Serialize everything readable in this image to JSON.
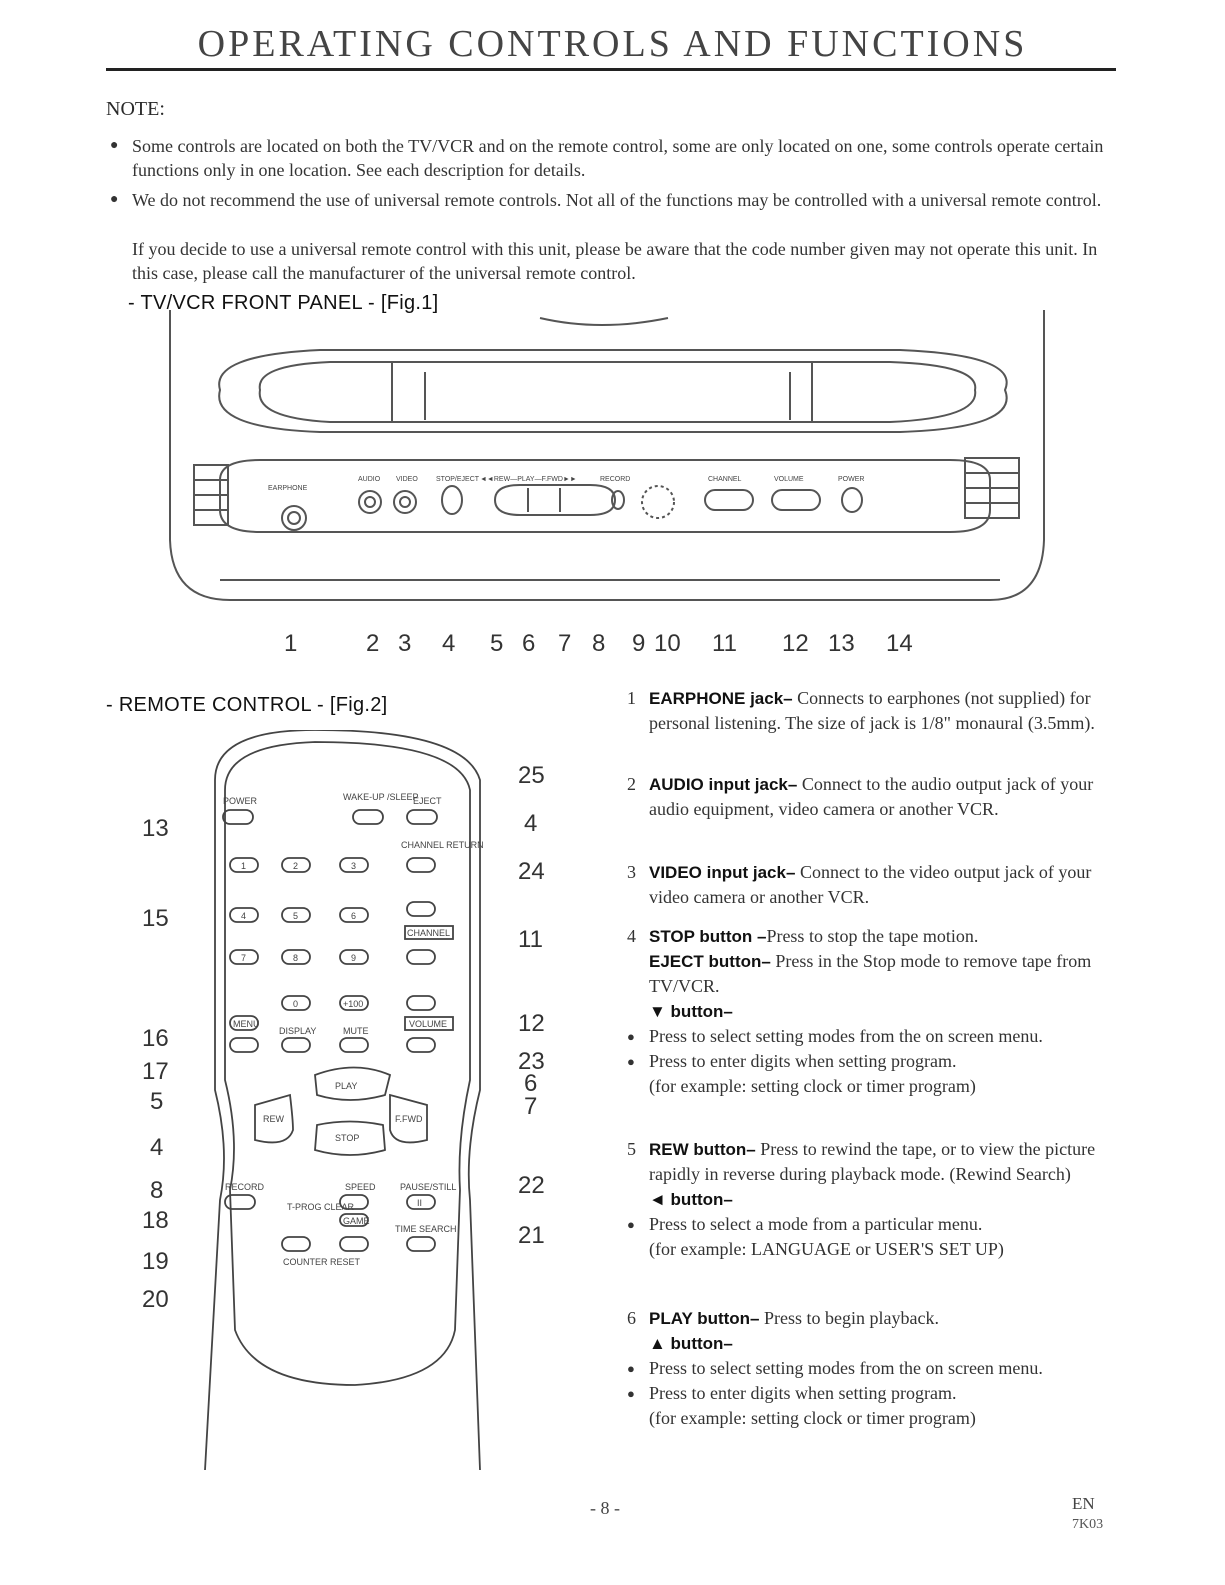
{
  "page": {
    "title": "OPERATING CONTROLS AND FUNCTIONS",
    "page_number": "- 8 -",
    "language": "EN",
    "code": "7K03"
  },
  "note": {
    "label": "NOTE:",
    "bullets": [
      "Some controls are located on both the TV/VCR and on the remote control, some are only located on one, some controls operate certain functions only in one location. See each description for details.",
      "We do not recommend the use of universal remote controls. Not all of the functions may be controlled with a universal remote control."
    ],
    "paragraph": "If you decide to use a universal remote control with this unit, please be aware that the code number given may not operate this unit. In this case, please call the manufacturer of the universal remote control."
  },
  "front_panel": {
    "heading": "- TV/VCR FRONT PANEL - [Fig.1]",
    "callouts": [
      "1",
      "2",
      "3",
      "4",
      "5",
      "6",
      "7",
      "8",
      "9",
      "10",
      "11",
      "12",
      "13",
      "14"
    ],
    "labels": {
      "earphone": "EARPHONE",
      "audio": "AUDIO",
      "video": "VIDEO",
      "stop_eject": "STOP/EJECT",
      "transport": "◄◄REW—PLAY—F.FWD►►",
      "record": "RECORD",
      "channel": "CHANNEL",
      "volume": "VOLUME",
      "power": "POWER"
    }
  },
  "remote": {
    "heading": "- REMOTE CONTROL - [Fig.2]",
    "left_callouts": [
      "13",
      "15",
      "16",
      "17",
      "5",
      "4",
      "8",
      "18",
      "19",
      "20"
    ],
    "right_callouts": [
      "25",
      "4",
      "24",
      "11",
      "12",
      "23",
      "6",
      "7",
      "22",
      "21"
    ],
    "labels": {
      "power": "POWER",
      "wake_up_sleep": "WAKE-UP /SLEEP",
      "eject": "EJECT",
      "channel_return": "CHANNEL RETURN",
      "digits": [
        "1",
        "2",
        "3",
        "4",
        "5",
        "6",
        "7",
        "8",
        "9",
        "0",
        "+100"
      ],
      "channel": "CHANNEL",
      "volume": "VOLUME",
      "menu": "MENU",
      "display": "DISPLAY",
      "mute": "MUTE",
      "play": "PLAY",
      "rew": "REW",
      "ffwd": "F.FWD",
      "stop": "STOP",
      "record": "RECORD",
      "speed": "SPEED",
      "pause_still": "PAUSE/STILL",
      "tprog_clear": "T-PROG CLEAR",
      "game": "GAME",
      "time_search": "TIME SEARCH",
      "counter_reset": "COUNTER RESET",
      "pause_symbol": "II"
    }
  },
  "descriptions": {
    "d1": {
      "num": "1",
      "key": "EARPHONE jack–",
      "text": " Connects to earphones (not supplied) for personal listening. The size of jack is 1/8\" monaural (3.5mm)."
    },
    "d2": {
      "num": "2",
      "key": "AUDIO input jack–",
      "text": " Connect to the audio output jack of your audio equipment, video camera or another VCR."
    },
    "d3": {
      "num": "3",
      "key": "VIDEO input jack–",
      "text": " Connect to the video output jack of your video camera or another VCR."
    },
    "d4": {
      "num": "4",
      "key": "STOP button –",
      "text": "Press to stop the tape motion.",
      "key2": "EJECT button–",
      "text2": " Press in the Stop mode to remove tape from TV/VCR.",
      "sub": "▼ button–",
      "b1": "Press to select setting modes from the on screen menu.",
      "b2": "Press to enter digits when setting program.",
      "b2b": "(for example: setting clock or timer program)"
    },
    "d5": {
      "num": "5",
      "key": "REW button–",
      "text": " Press to rewind the tape, or to view the picture rapidly in reverse during playback mode. (Rewind Search)",
      "sub": "◄ button–",
      "b1": "Press to select a mode from a particular menu.",
      "b1b": "(for example: LANGUAGE or USER'S SET UP)"
    },
    "d6": {
      "num": "6",
      "key": "PLAY button–",
      "text": " Press to begin playback.",
      "sub": "▲ button–",
      "b1": "Press to select setting modes from the on screen menu.",
      "b2": "Press to enter digits when setting program.",
      "b2b": "(for example: setting clock or timer program)"
    }
  },
  "bullet_symbol": "●"
}
